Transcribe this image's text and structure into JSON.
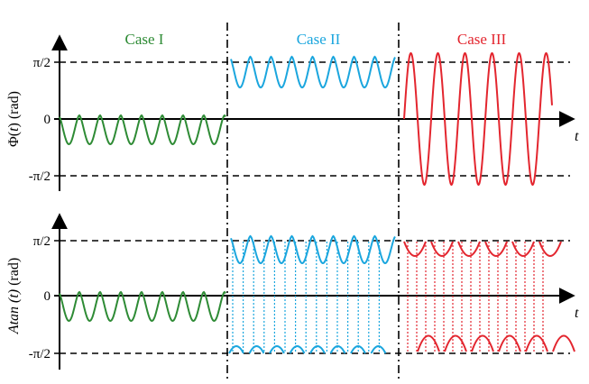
{
  "cases": [
    {
      "label": "Case I",
      "color": "#2e8b35"
    },
    {
      "label": "Case II",
      "color": "#1ba6de"
    },
    {
      "label": "Case III",
      "color": "#e3262f"
    }
  ],
  "panels": [
    {
      "ylabel_pre": "Φ(",
      "ylabel_var": "t",
      "ylabel_post": ") (rad)",
      "ticks": [
        "π/2",
        "0",
        "-π/2"
      ],
      "xlabel": "t"
    },
    {
      "ylabel_pre": "",
      "ylabel_var": "Atan (t)",
      "ylabel_post": " (rad)",
      "ticks": [
        "π/2",
        "0",
        "-π/2"
      ],
      "xlabel": "t"
    }
  ]
}
